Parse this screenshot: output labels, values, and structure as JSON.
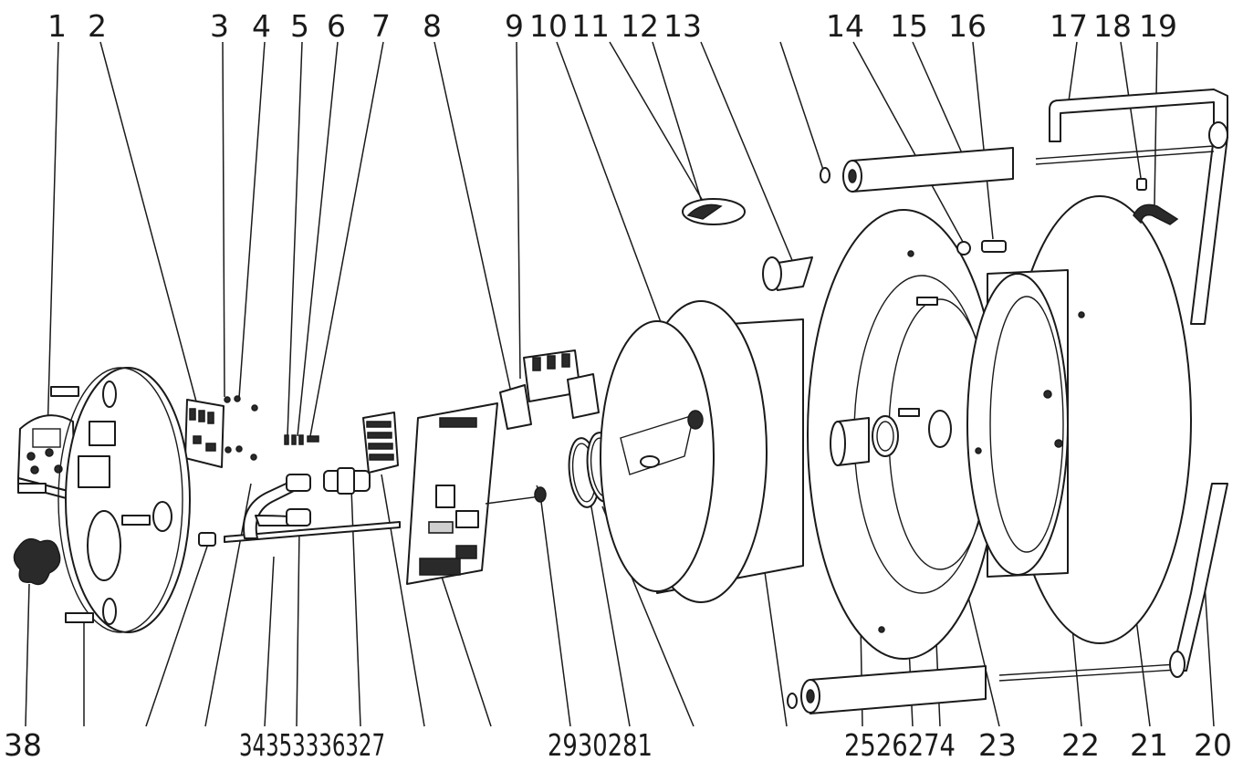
{
  "colors": {
    "line": "#1a1a1a",
    "fill": "#ffffff",
    "shade": "#cfcfcf"
  },
  "labels": {
    "top": [
      "1",
      "2",
      "3",
      "4",
      "5",
      "6",
      "7",
      "8",
      "9",
      "10",
      "11",
      "12",
      "13",
      "14",
      "15",
      "16",
      "17",
      "18",
      "19"
    ],
    "bottom": [
      "38",
      "34353336327",
      "2930281",
      "2526274",
      "23",
      "22",
      "21",
      "20"
    ]
  },
  "parts": [
    "display-label-plate",
    "control-pcb",
    "front-cover",
    "knob",
    "hose-fitting",
    "tube-rod",
    "terminal-block",
    "main-pcb",
    "relay-cluster",
    "pointer-dial",
    "inner-drum",
    "outer-flange",
    "reel-frame",
    "pivot-bar",
    "cylinder-top",
    "cylinder-bottom",
    "clamp",
    "ring-seals"
  ]
}
